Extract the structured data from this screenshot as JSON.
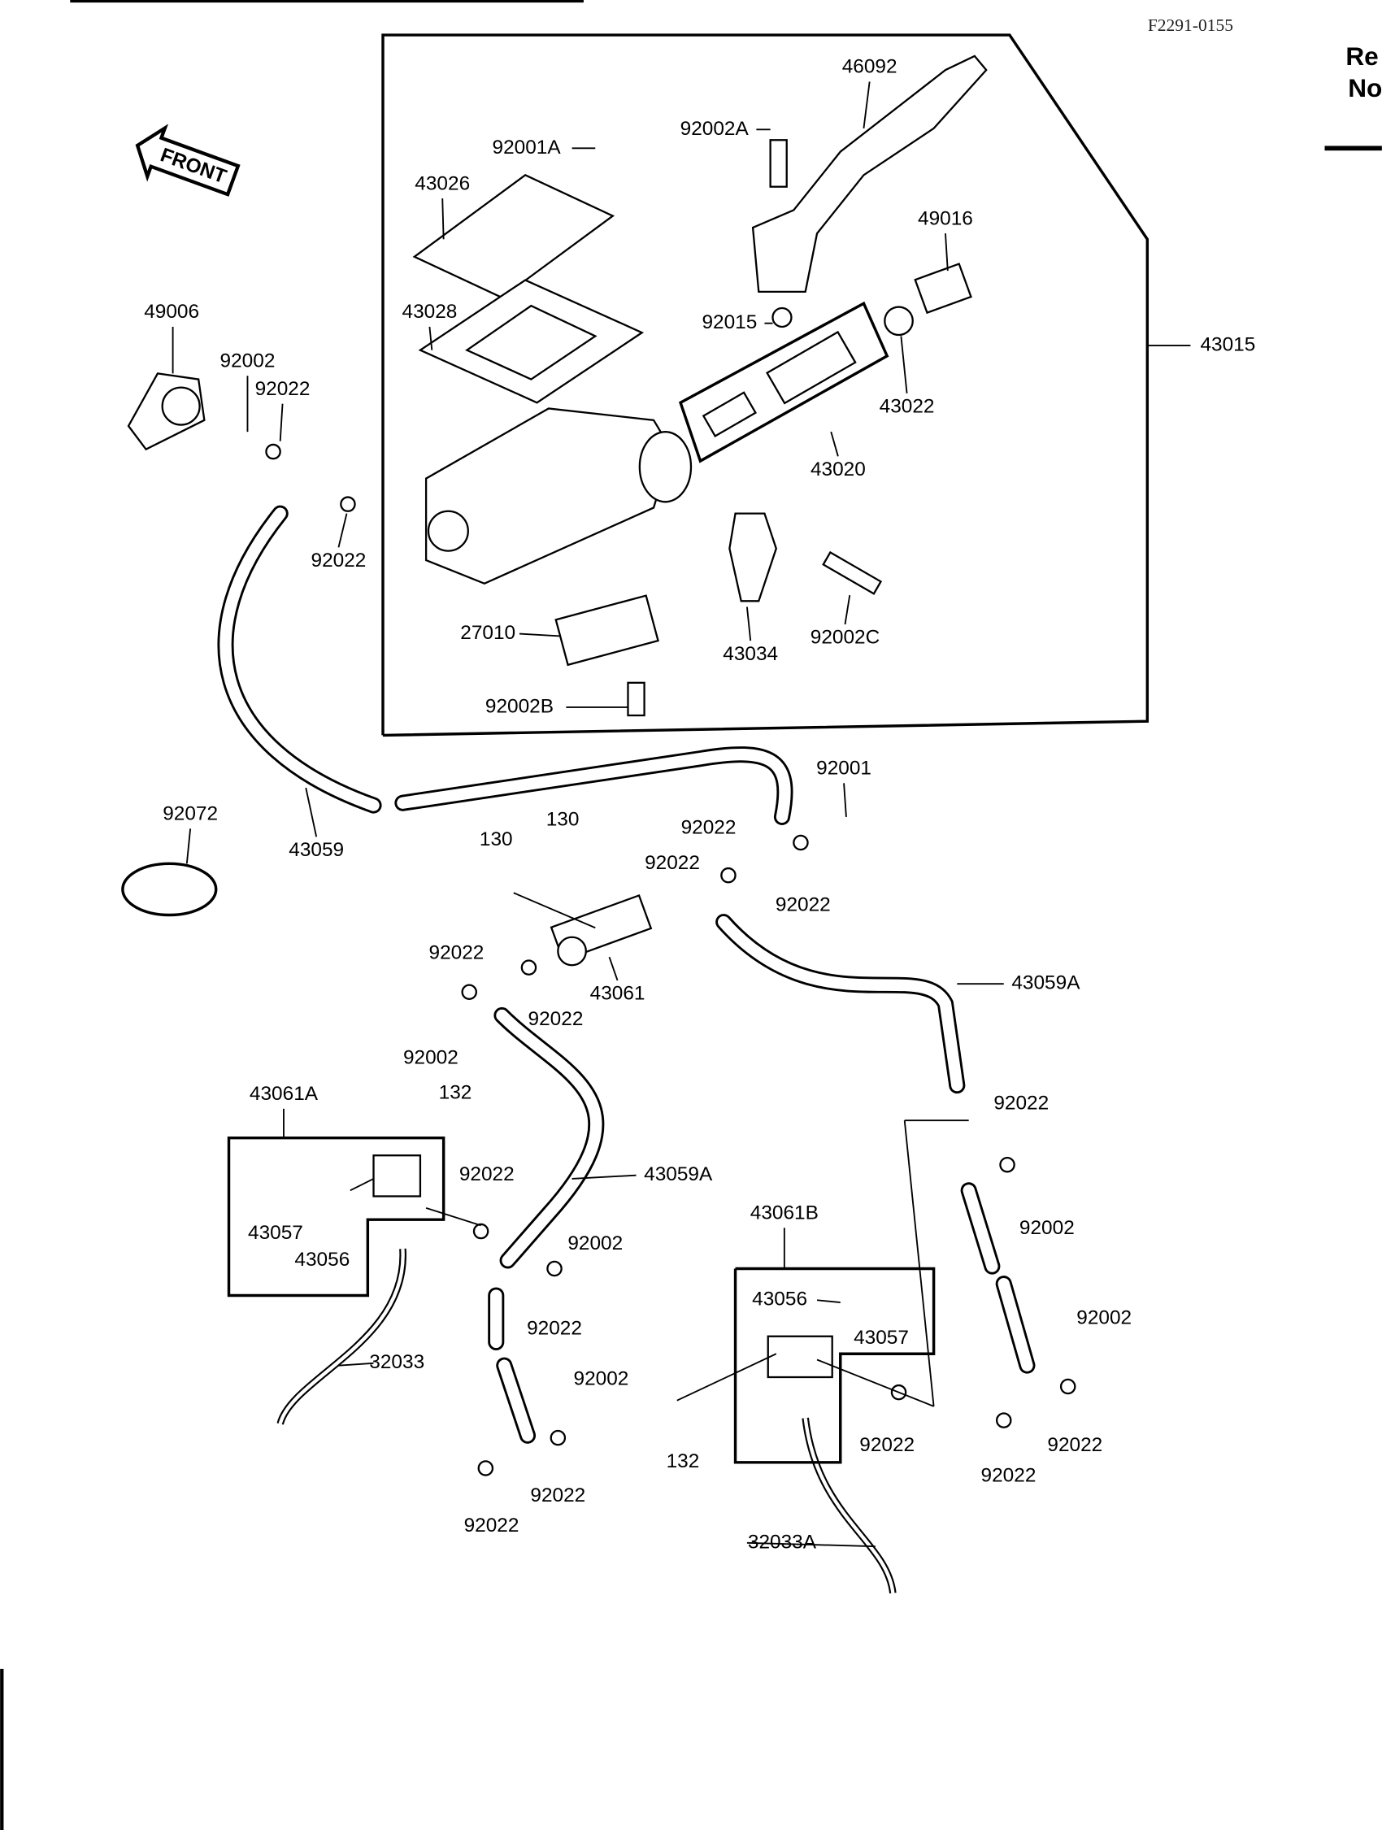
{
  "diagram_code": "F2291-0155",
  "side_text": [
    "Re",
    "No"
  ],
  "front_arrow": "FRONT",
  "labels": [
    "46092",
    "92002A",
    "92001A",
    "43026",
    "49016",
    "49006",
    "43028",
    "92015",
    "43015",
    "92002",
    "92022",
    "43022",
    "43020",
    "92022",
    "27010",
    "92002C",
    "43034",
    "92002B",
    "92001",
    "92072",
    "43059",
    "130",
    "130",
    "92022",
    "92022",
    "92022",
    "43059A",
    "92022",
    "43061",
    "92022",
    "92002",
    "43061A",
    "132",
    "92022",
    "92022",
    "43059A",
    "43061B",
    "43057",
    "92002",
    "92002",
    "43056",
    "43056",
    "43057",
    "92022",
    "92002",
    "32033",
    "92002",
    "92022",
    "92022",
    "132",
    "92022",
    "92022",
    "92022",
    "32033A"
  ]
}
